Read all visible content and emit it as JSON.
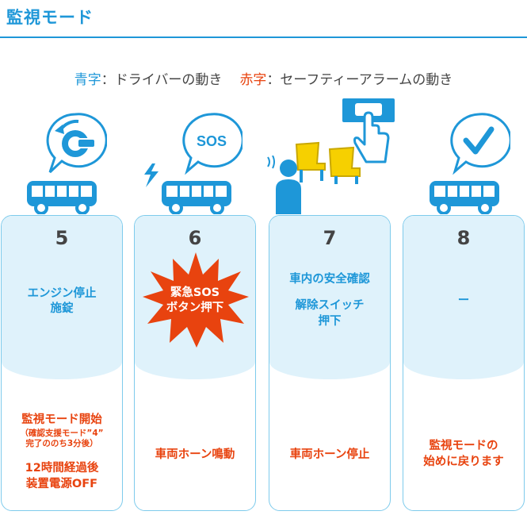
{
  "header": {
    "title": "監視モード"
  },
  "legend": {
    "blue_key": "青字",
    "blue_desc": "：ドライバーの動き",
    "red_key": "赤字",
    "red_desc": "：セーフティーアラームの動き"
  },
  "icons": {
    "sos_bubble_text": "SOS"
  },
  "steps": [
    {
      "number": "5",
      "driver_lines": [
        "エンジン停止",
        "施錠"
      ],
      "alarm_line1": "監視モード開始",
      "alarm_small1": "（確認支援モード”4”",
      "alarm_small2": "完了ののち3分後）",
      "alarm_line2": "12時間経過後",
      "alarm_line3": "装置電源OFF"
    },
    {
      "number": "6",
      "burst_lines": [
        "緊急SOS",
        "ボタン押下"
      ],
      "alarm_line1": "車両ホーン鳴動"
    },
    {
      "number": "7",
      "driver_lines": [
        "車内の安全確認",
        "解除スイッチ",
        "押下"
      ],
      "alarm_line1": "車両ホーン停止"
    },
    {
      "number": "8",
      "driver_lines": [
        "ー"
      ],
      "alarm_line1": "監視モードの",
      "alarm_line2": "始めに戻ります"
    }
  ],
  "colors": {
    "accent_blue": "#1e97d8",
    "alarm_red": "#e8430f",
    "card_wash": "#dff2fb",
    "card_border": "#7ecbec",
    "seat_yellow": "#f6d000"
  }
}
